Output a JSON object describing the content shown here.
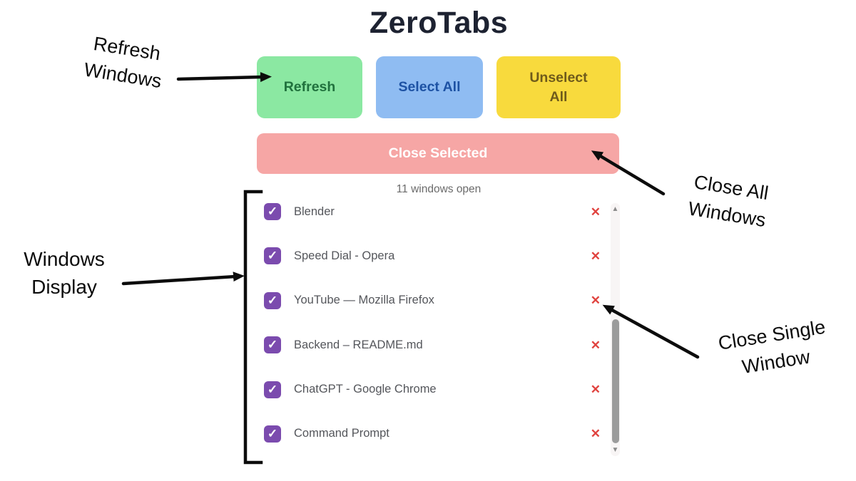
{
  "app": {
    "title": "ZeroTabs",
    "toolbar": {
      "refresh_label": "Refresh",
      "select_all_label": "Select All",
      "unselect_all_label": "Unselect All",
      "close_selected_label": "Close Selected"
    },
    "status_text": "11 windows open",
    "windows": [
      {
        "label": "Blender",
        "checked": true
      },
      {
        "label": "Speed Dial - Opera",
        "checked": true
      },
      {
        "label": "YouTube — Mozilla Firefox",
        "checked": true
      },
      {
        "label": "Backend – README.md",
        "checked": true
      },
      {
        "label": "ChatGPT - Google Chrome",
        "checked": true
      },
      {
        "label": "Command Prompt",
        "checked": true
      }
    ],
    "icons": {
      "checkmark": "✓",
      "close": "✕",
      "scroll_up": "▲",
      "scroll_down": "▼"
    }
  },
  "annotations": {
    "refresh_windows": {
      "line1": "Refresh",
      "line2": "Windows"
    },
    "close_all_windows": {
      "line1": "Close All",
      "line2": "Windows"
    },
    "windows_display": {
      "line1": "Windows",
      "line2": "Display"
    },
    "close_single_window": {
      "line1": "Close Single",
      "line2": "Window"
    }
  },
  "colors": {
    "title": "#1d2231",
    "refresh_bg": "#8be8a2",
    "refresh_text": "#20713d",
    "select_all_bg": "#8fbcf2",
    "select_all_text": "#1d52a4",
    "unselect_all_bg": "#f8da3d",
    "unselect_all_text": "#6f5b1b",
    "close_selected_bg": "#f6a6a5",
    "close_selected_text": "#ffffff",
    "checkbox": "#7b4bae",
    "close_x": "#e0423e",
    "scroll_thumb": "#9b9b9b",
    "annotation_ink": "#0c0c0c"
  }
}
